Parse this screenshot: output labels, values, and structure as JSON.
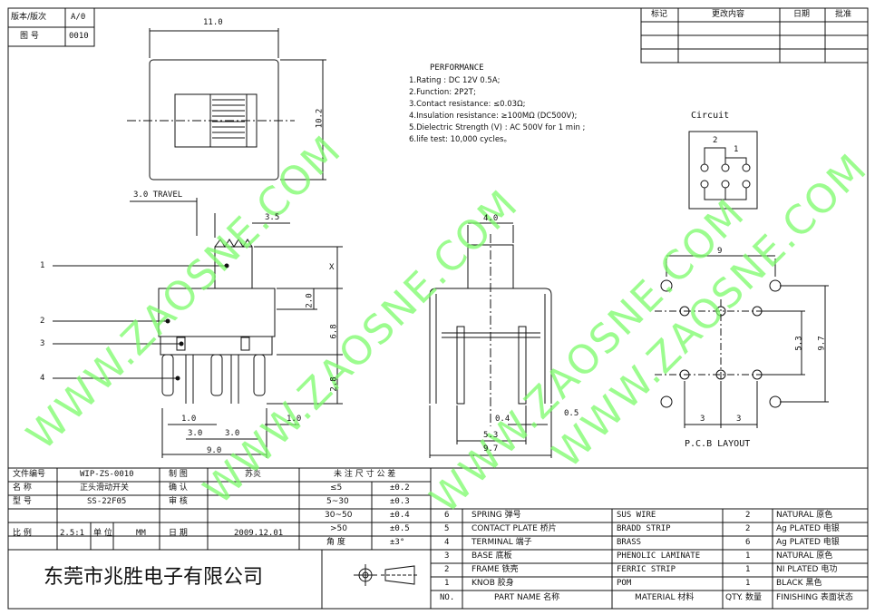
{
  "version_box": {
    "label1": "版本/版次",
    "value1": "A/0",
    "label2": "图 号",
    "value2": "0010"
  },
  "revision_table": {
    "headers": [
      "标记",
      "更改内容",
      "日期",
      "批准"
    ]
  },
  "dimensions": {
    "top_width": "11.0",
    "top_height": "10.2",
    "travel": "3.0 TRAVEL",
    "d35": "3.5",
    "dx": "X",
    "d20": "2.0",
    "d68": "6.8",
    "d28": "2.8",
    "d10a": "1.0",
    "d30a": "3.0",
    "d30b": "3.0",
    "d10b": "1.0",
    "d90": "9.0",
    "side_top": "4.0",
    "d04": "0.4",
    "d05": "0.5",
    "d53": "5.3",
    "d97": "9.7",
    "pcb_w": "9",
    "pcb_h1": "5.3",
    "pcb_h2": "9.7",
    "pcb_p1": "3",
    "pcb_p2": "3"
  },
  "callouts": [
    "1",
    "2",
    "3",
    "4"
  ],
  "performance": {
    "title": "PERFORMANCE",
    "lines": [
      "1.Rating : DC 12V 0.5A;",
      "2.Function: 2P2T;",
      "3.Contact resistance: ≤0.03Ω;",
      "4.Insulation resistance: ≥100MΩ (DC500V);",
      "5.Dielectric Strength (V) : AC 500V for 1 min ;",
      "6.life test: 10,000 cycles。"
    ]
  },
  "circuit": {
    "title": "Circuit",
    "pin2": "2",
    "pin1": "1"
  },
  "pcb_label": "P.C.B LAYOUT",
  "watermark": "WWW.ZAOSNE.COM",
  "title_block": {
    "rows": [
      {
        "l1": "文件编号",
        "v1": "WIP-ZS-0010",
        "l2": "制 图",
        "v2": "苏炎"
      },
      {
        "l1": "名 称",
        "v1": "正头滑动开关",
        "l2": "确 认",
        "v2": ""
      },
      {
        "l1": "型 号",
        "v1": "SS-22F05",
        "l2": "审 核",
        "v2": ""
      }
    ],
    "scale_label": "比 例",
    "scale": "2.5:1",
    "unit_label": "单 位",
    "unit": "MM",
    "date_label": "日 期",
    "date": "2009.12.01",
    "company": "东莞市兆胜电子有限公司"
  },
  "tolerance": {
    "title": "未 注 尺 寸 公 差",
    "rows": [
      [
        "≤5",
        "±0.2"
      ],
      [
        "5~30",
        "±0.3"
      ],
      [
        "30~50",
        "±0.4"
      ],
      [
        ">50",
        "±0.5"
      ],
      [
        "角 度",
        "±3°"
      ]
    ]
  },
  "bom": {
    "headers": [
      "NO.",
      "PART NAME 名称",
      "MATERIAL 材料",
      "QTY. 数量",
      "FINISHING 表面状态"
    ],
    "rows": [
      [
        "6",
        "SPRING 弹号",
        "SUS WIRE",
        "2",
        "NATURAL 原色"
      ],
      [
        "5",
        "CONTACT PLATE 桥片",
        "BRADD STRIP",
        "2",
        "Ag PLATED 电银"
      ],
      [
        "4",
        "TERMINAL 端子",
        "BRASS",
        "6",
        "Ag PLATED 电银"
      ],
      [
        "3",
        "BASE 底板",
        "PHENOLIC LAMINATE",
        "1",
        "NATURAL 原色"
      ],
      [
        "2",
        "FRAME 铁壳",
        "FERRIC STRIP",
        "1",
        "NI PLATED 电功"
      ],
      [
        "1",
        "KNOB 胶身",
        "POM",
        "1",
        "BLACK 黑色"
      ]
    ]
  }
}
